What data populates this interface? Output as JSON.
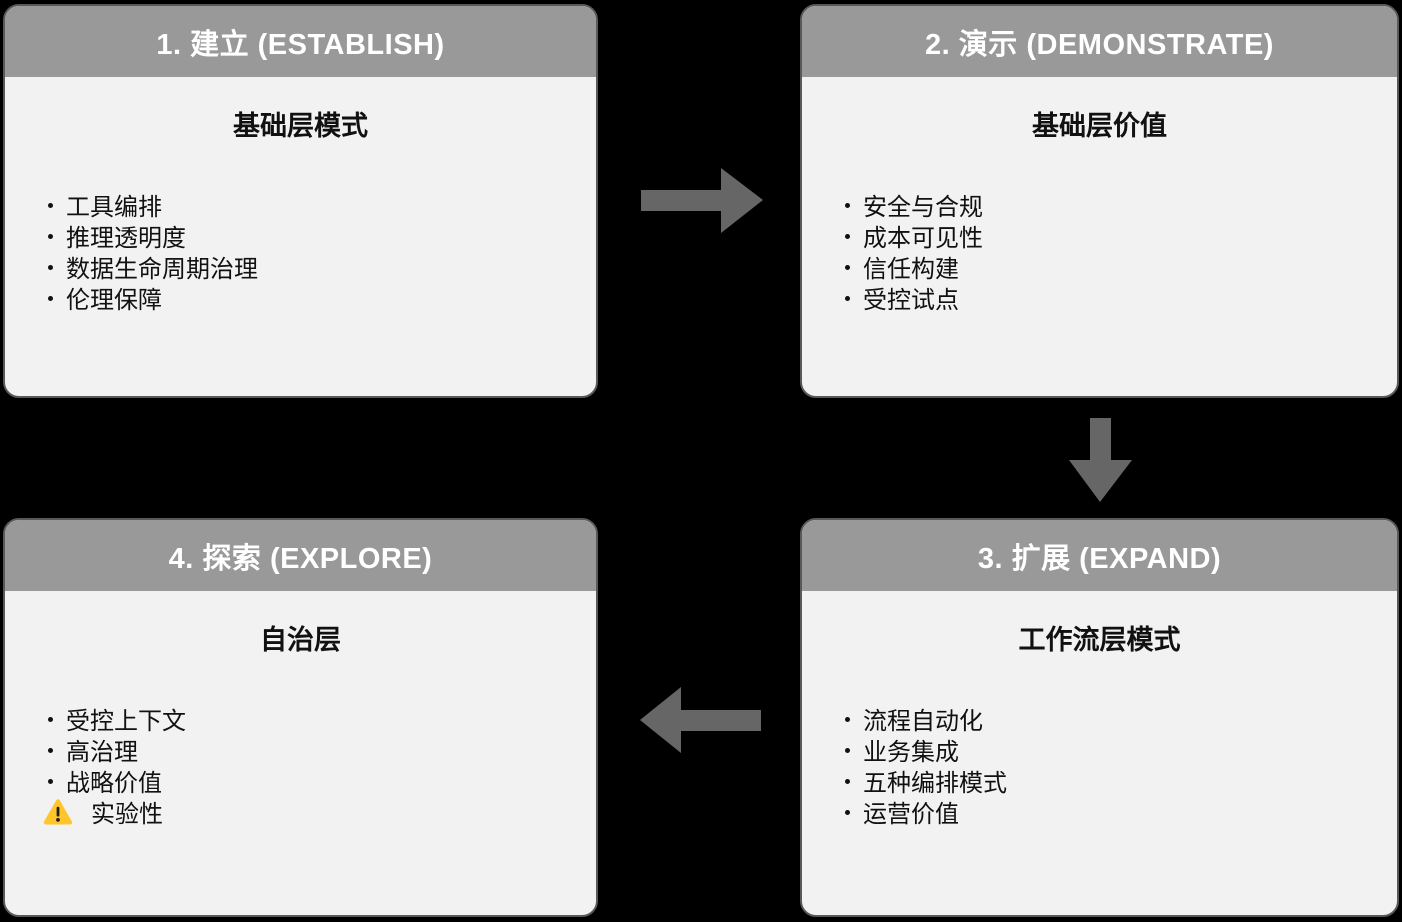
{
  "diagram": {
    "type": "cycle-flowchart",
    "background": "#000000"
  },
  "colors": {
    "card_header_bg": "#999999",
    "card_body_bg": "#f2f2f2",
    "card_border": "#58595b",
    "header_text": "#ffffff",
    "body_text": "#111111",
    "arrow": "#666666",
    "warning_triangle": "#ffc62b",
    "warning_exclamation": "#202020"
  },
  "cards": [
    {
      "id": "establish",
      "header": "1. 建立 (ESTABLISH)",
      "subtitle": "基础层模式",
      "bullets": [
        "工具编排",
        "推理透明度",
        "数据生命周期治理",
        "伦理保障"
      ]
    },
    {
      "id": "demonstrate",
      "header": "2. 演示 (DEMONSTRATE)",
      "subtitle": "基础层价值",
      "bullets": [
        "安全与合规",
        "成本可见性",
        "信任构建",
        "受控试点"
      ]
    },
    {
      "id": "expand",
      "header": "3. 扩展 (EXPAND)",
      "subtitle": "工作流层模式",
      "bullets": [
        "流程自动化",
        "业务集成",
        "五种编排模式",
        "运营价值"
      ]
    },
    {
      "id": "explore",
      "header": "4. 探索 (EXPLORE)",
      "subtitle": "自治层",
      "bullets": [
        "受控上下文",
        "高治理",
        "战略价值"
      ],
      "warning_bullet": "实验性",
      "warning_icon": "warning-triangle-icon"
    }
  ],
  "arrows": [
    {
      "name": "arrow-establish-to-demonstrate",
      "direction": "right"
    },
    {
      "name": "arrow-demonstrate-to-expand",
      "direction": "down"
    },
    {
      "name": "arrow-expand-to-explore",
      "direction": "left"
    }
  ]
}
